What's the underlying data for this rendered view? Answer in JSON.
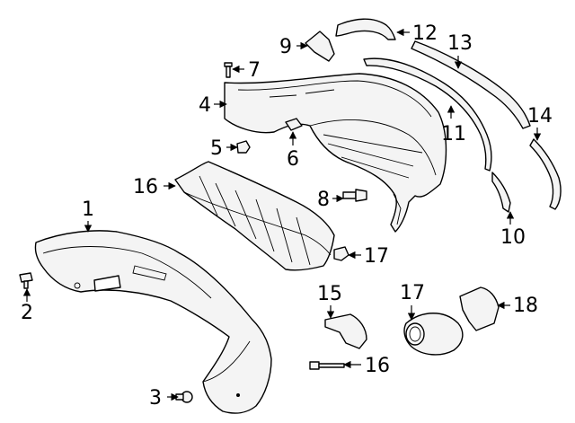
{
  "callouts": [
    {
      "id": "c1",
      "text": "1"
    },
    {
      "id": "c2",
      "text": "2"
    },
    {
      "id": "c3",
      "text": "3"
    },
    {
      "id": "c4",
      "text": "4"
    },
    {
      "id": "c5",
      "text": "5"
    },
    {
      "id": "c6",
      "text": "6"
    },
    {
      "id": "c7",
      "text": "7"
    },
    {
      "id": "c8",
      "text": "8"
    },
    {
      "id": "c9",
      "text": "9"
    },
    {
      "id": "c10",
      "text": "10"
    },
    {
      "id": "c11",
      "text": "11"
    },
    {
      "id": "c12",
      "text": "12"
    },
    {
      "id": "c13",
      "text": "13"
    },
    {
      "id": "c14",
      "text": "14"
    },
    {
      "id": "c15",
      "text": "15"
    },
    {
      "id": "c16a",
      "text": "16"
    },
    {
      "id": "c16b",
      "text": "16"
    },
    {
      "id": "c17a",
      "text": "17"
    },
    {
      "id": "c17b",
      "text": "17"
    },
    {
      "id": "c18",
      "text": "18"
    }
  ]
}
